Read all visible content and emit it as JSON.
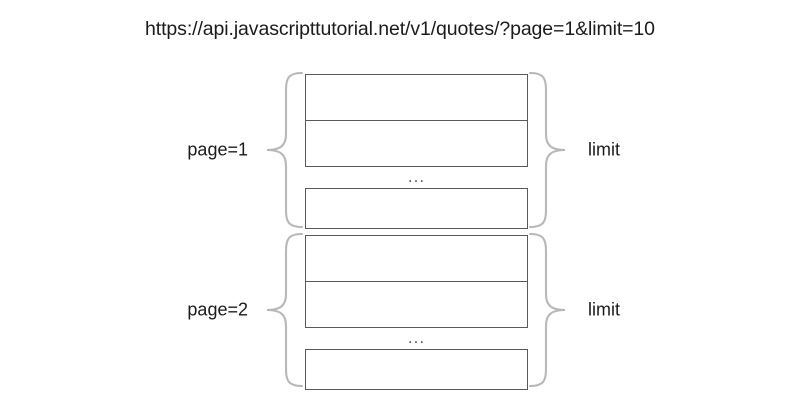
{
  "diagram": {
    "type": "pagination-offset-limit-diagram",
    "background_color": "#ffffff",
    "rect_border_color": "#5a5a5a",
    "brace_color": "#b8b8b8",
    "text_color": "#1b1b1b",
    "caption": "https://api.javascripttutorial.net/v1/quotes/?page=1&limit=10",
    "ellipsis": "...",
    "blocks": [
      {
        "left_label": "page=1",
        "right_label": "limit",
        "rows": [
          "",
          "",
          ""
        ],
        "ellipsis": "..."
      },
      {
        "left_label": "page=2",
        "right_label": "limit",
        "rows": [
          "",
          "",
          ""
        ],
        "ellipsis": "..."
      }
    ]
  }
}
